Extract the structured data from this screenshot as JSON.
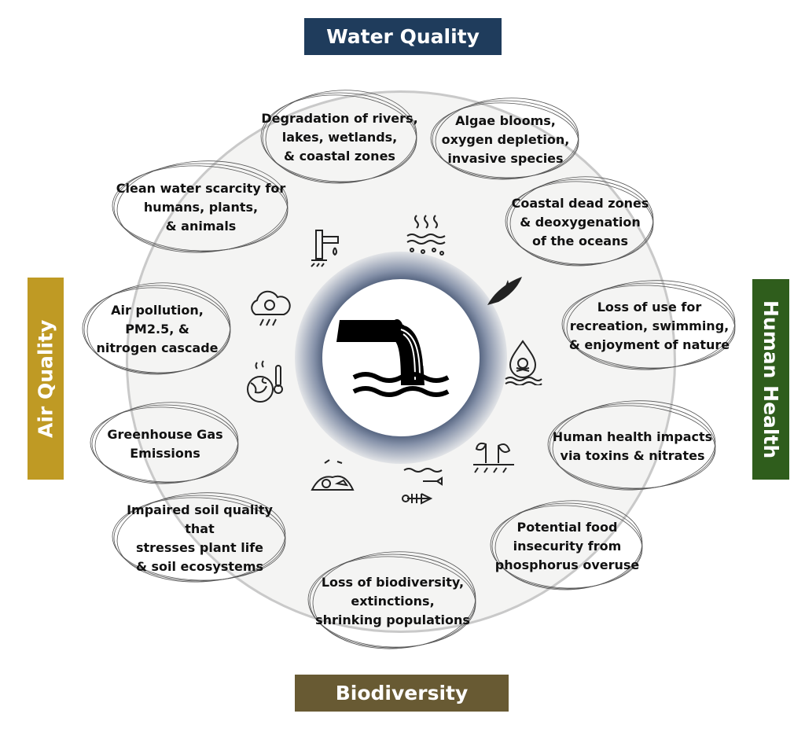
{
  "headers": {
    "top": "Water Quality",
    "left": "Air Quality",
    "right": "Human Health",
    "bottom": "Biodiversity"
  },
  "colors": {
    "water": "#1f3c5c",
    "air": "#bf9a24",
    "health": "#2f5d1c",
    "bio": "#685a33"
  },
  "impacts": [
    "Degradation of rivers,\nlakes, wetlands,\n& coastal zones",
    "Algae blooms,\noxygen depletion,\ninvasive species",
    "Coastal dead zones\n& deoxygenation\nof the oceans",
    "Loss of use for\nrecreation, swimming,\n& enjoyment of nature",
    "Human health impacts\nvia toxins & nitrates",
    "Potential food\ninsecurity from\nphosphorus overuse",
    "Loss of biodiversity,\nextinctions,\nshrinking  populations",
    "Impaired soil quality that\nstresses plant life\n& soil ecosystems",
    "Greenhouse Gas\nEmissions",
    "Air pollution,\nPM2.5, &\nnitrogen cascade",
    "Clean water scarcity for\nhumans, plants,\n& animals"
  ]
}
